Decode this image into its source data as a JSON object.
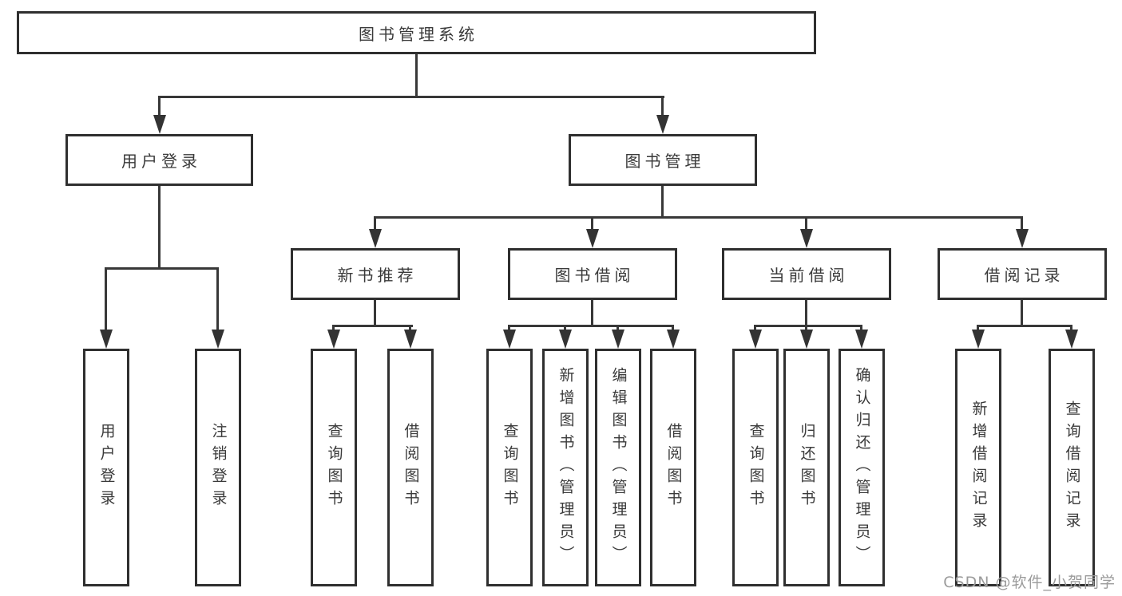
{
  "root": {
    "label": "图书管理系统"
  },
  "level1": [
    {
      "label": "用户登录"
    },
    {
      "label": "图书管理"
    }
  ],
  "level2": [
    {
      "label": "新书推荐"
    },
    {
      "label": "图书借阅"
    },
    {
      "label": "当前借阅"
    },
    {
      "label": "借阅记录"
    }
  ],
  "leaves": {
    "user_login": [
      "用户登录",
      "注销登录"
    ],
    "new_book": [
      "查询图书",
      "借阅图书"
    ],
    "book_borrow": [
      "查询图书",
      "新增图书（管理员）",
      "编辑图书（管理员）",
      "借阅图书"
    ],
    "current_borrow": [
      "查询图书",
      "归还图书",
      "确认归还（管理员）"
    ],
    "borrow_record": [
      "新增借阅记录",
      "查询借阅记录"
    ]
  },
  "watermark": {
    "text": "CSDN @软件_小贺同学"
  },
  "colors": {
    "border": "#2f2f2f",
    "line": "#383838",
    "text": "#3a3a3a",
    "watermark": "#9b9b9b",
    "background": "#ffffff"
  }
}
